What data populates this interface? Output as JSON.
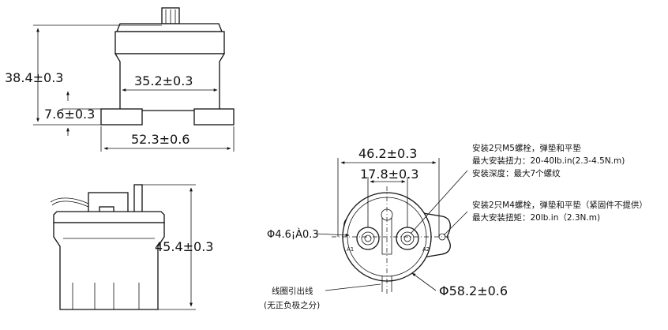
{
  "side_view": {
    "height_total": "38.4±0.3",
    "inner_width": "35.2±0.3",
    "terminal_height": "7.6±0.3",
    "base_width": "52.3±0.6"
  },
  "front_view": {
    "height": "45.4±0.3"
  },
  "top_view": {
    "mount_spacing": "46.2±0.3",
    "terminal_spacing": "17.8±0.3",
    "hole_diameter": "Φ4.6¡À0.3",
    "outer_diameter": "Φ58.2±0.6",
    "lead_note_line1": "线圈引出线",
    "lead_note_line2": "(无正负极之分)",
    "note_m5": [
      "安装2只M5螺栓，弹垫和平垫",
      "最大安装扭力：20-40lb.in(2.3-4.5N.m)",
      "安装深度：最大7个螺纹"
    ],
    "note_m4": [
      "安装2只M4螺栓，弹垫和平垫（紧固件不提供）",
      "最大安装扭矩：20lb.in（2.3N.m)"
    ],
    "terminal_label_left": "A1",
    "terminal_label_right": "A2"
  }
}
